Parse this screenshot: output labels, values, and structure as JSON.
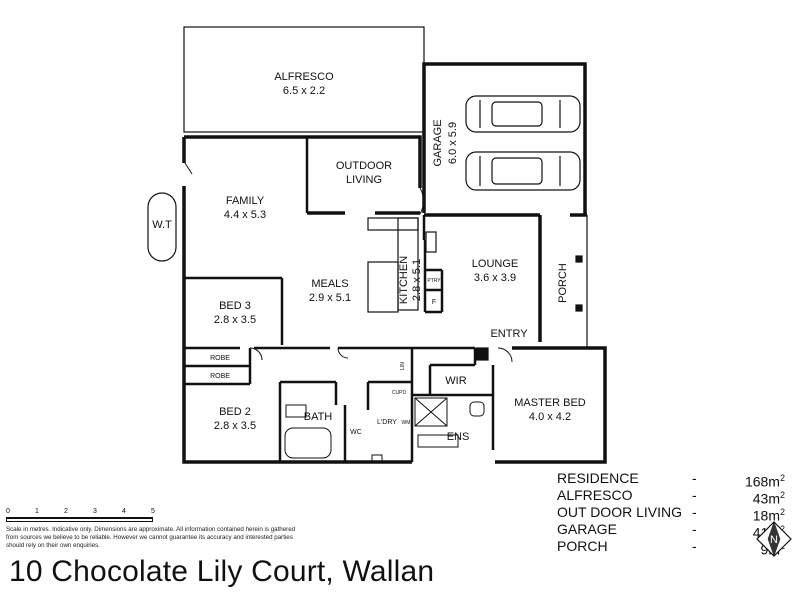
{
  "rooms": {
    "alfresco": {
      "name": "ALFRESCO",
      "dims": "6.5 x 2.2"
    },
    "garage": {
      "name": "GARAGE",
      "dims": "6.0 x 5.9"
    },
    "outdoor_living": {
      "name1": "OUTDOOR",
      "name2": "LIVING"
    },
    "family": {
      "name": "FAMILY",
      "dims": "4.4 x 5.3"
    },
    "wt": {
      "name": "W.T"
    },
    "meals": {
      "name": "MEALS",
      "dims": "2.9 x 5.1"
    },
    "kitchen": {
      "name": "KITCHEN",
      "dims": "2.8 x 5.1"
    },
    "pantry": {
      "name": "PTRY"
    },
    "fridge": {
      "name": "F"
    },
    "lounge": {
      "name": "LOUNGE",
      "dims": "3.6 x 3.9"
    },
    "porch": {
      "name": "PORCH"
    },
    "entry": {
      "name": "ENTRY"
    },
    "bed3": {
      "name": "BED 3",
      "dims": "2.8 x 3.5"
    },
    "bed2": {
      "name": "BED 2",
      "dims": "2.8 x 3.5"
    },
    "robe1": {
      "name": "ROBE"
    },
    "robe2": {
      "name": "ROBE"
    },
    "linen": {
      "name": "LIN"
    },
    "bath": {
      "name": "BATH"
    },
    "wc": {
      "name": "WC"
    },
    "laundry": {
      "name": "L'DRY"
    },
    "cupboard": {
      "name": "CUPD"
    },
    "washer": {
      "name": "WM"
    },
    "wir": {
      "name": "WIR"
    },
    "ens": {
      "name": "ENS"
    },
    "master": {
      "name": "MASTER BED",
      "dims": "4.0 x 4.2"
    }
  },
  "areas": [
    {
      "label": "RESIDENCE",
      "value": "168m",
      "sup": "2"
    },
    {
      "label": "ALFRESCO",
      "value": "43m",
      "sup": "2"
    },
    {
      "label": "OUT DOOR LIVING",
      "value": "18m",
      "sup": "2"
    },
    {
      "label": "GARAGE",
      "value": "41m",
      "sup": "2"
    },
    {
      "label": "PORCH",
      "value": "9m",
      "sup": "2"
    }
  ],
  "area_dash": "-",
  "scale": {
    "ticks": [
      "0",
      "1",
      "2",
      "3",
      "4",
      "5"
    ]
  },
  "disclaimer": "Scale in metres. Indicative only. Dimensions are approximate. All information contained herein is gathered from sources we believe to be reliable. However we cannot guarantee its accuracy and interested parties should rely on their own enquiries.",
  "address": "10 Chocolate Lily Court, Wallan",
  "north": {
    "letter": "N"
  },
  "colors": {
    "wall": "#111111",
    "background": "#ffffff"
  }
}
